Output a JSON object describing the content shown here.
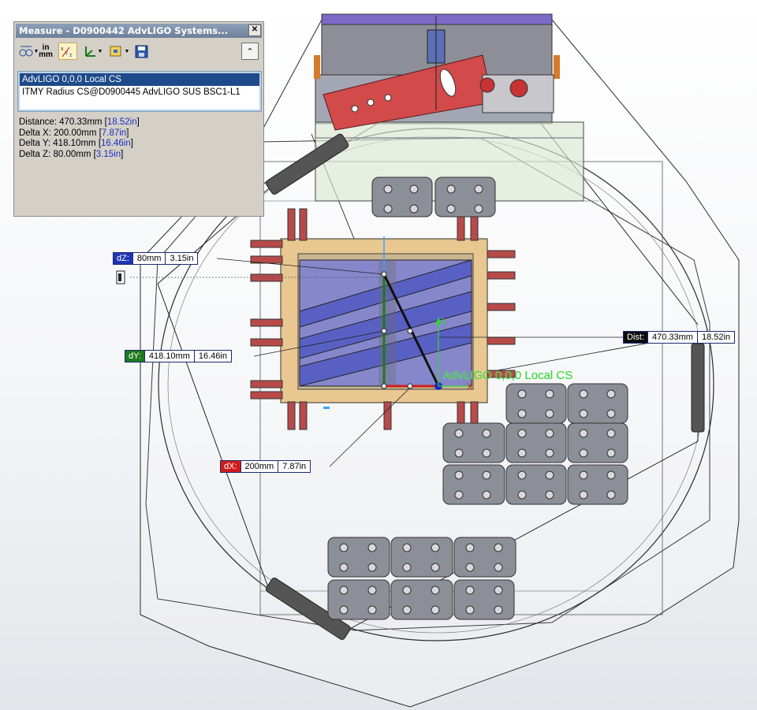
{
  "measure_panel": {
    "title": "Measure - D0900442 AdvLIGO Systems...",
    "close_icon": "close-icon",
    "toolbar": {
      "arc_condition_icon": "arc-condition-icon",
      "units_top": "in",
      "units_bottom": "mm",
      "xyz_icon": "xyz-projection-icon",
      "coordinate_system_icon": "coordinate-system-icon",
      "point_icon": "create-point-icon",
      "save_icon": "save-icon",
      "collapse_icon": "collapse-icon"
    },
    "selections": [
      {
        "label": "AdvLIGO 0,0,0 Local CS",
        "selected": true
      },
      {
        "label": "ITMY Radius CS@D0900445 AdvLIGO SUS BSC1-L1",
        "selected": false
      }
    ],
    "results": [
      {
        "label": "Distance:",
        "mm": "470.33mm",
        "in": "18.52in"
      },
      {
        "label": "Delta X:",
        "mm": "200.00mm",
        "in": "7.87in"
      },
      {
        "label": "Delta Y:",
        "mm": "418.10mm",
        "in": "16.46in"
      },
      {
        "label": "Delta Z:",
        "mm": "80.00mm",
        "in": "3.15in"
      }
    ]
  },
  "callouts": {
    "dz": {
      "tag": "dZ:",
      "mm": "80mm",
      "in": "3.15in",
      "color": "#1f35b5"
    },
    "dy": {
      "tag": "dY:",
      "mm": "418.10mm",
      "in": "16.46in",
      "color": "#1d7a1d"
    },
    "dx": {
      "tag": "dX:",
      "mm": "200mm",
      "in": "7.87in",
      "color": "#d01c1c"
    },
    "dist": {
      "tag": "Dist:",
      "mm": "470.33mm",
      "in": "18.52in",
      "color": "#0a0a0a"
    }
  },
  "coordinate_system_label": "AdvLIGO 0,0,0 Local CS",
  "axis_label_x": "X",
  "axis_label_y": "Y",
  "colors": {
    "plate": "#e8c890",
    "optics": "#6a6fd0",
    "gray_component": "#8c8f98",
    "red_panel": "#d24a4a",
    "purple_bar": "#7d6ac8",
    "cs_green": "#34d436"
  }
}
